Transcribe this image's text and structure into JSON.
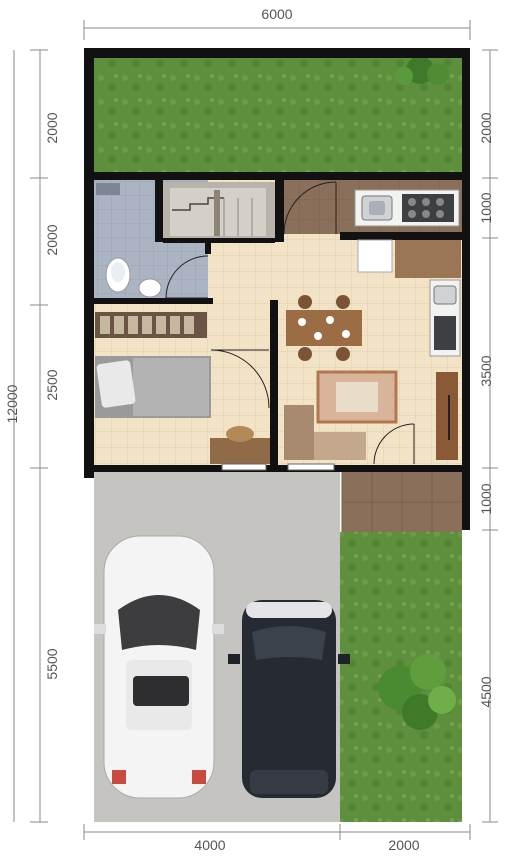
{
  "dimensions": {
    "top_width": "6000",
    "left_total": "12000",
    "left_segments": [
      "2000",
      "2000",
      "2500",
      "5500"
    ],
    "right_segments": [
      "2000",
      "1000",
      "3500",
      "1000",
      "4500"
    ],
    "bottom_segments": [
      "4000",
      "2000"
    ]
  },
  "colors": {
    "wall": "#111111",
    "grass": "#5d8f3d",
    "floor_tile": "#f3e3c6",
    "wood_floor": "#8a6f5a",
    "bathroom_tile": "#aab4c2",
    "carport": "#c5c4c0",
    "car_white": "#f4f4f4",
    "car_dark": "#262a31"
  }
}
